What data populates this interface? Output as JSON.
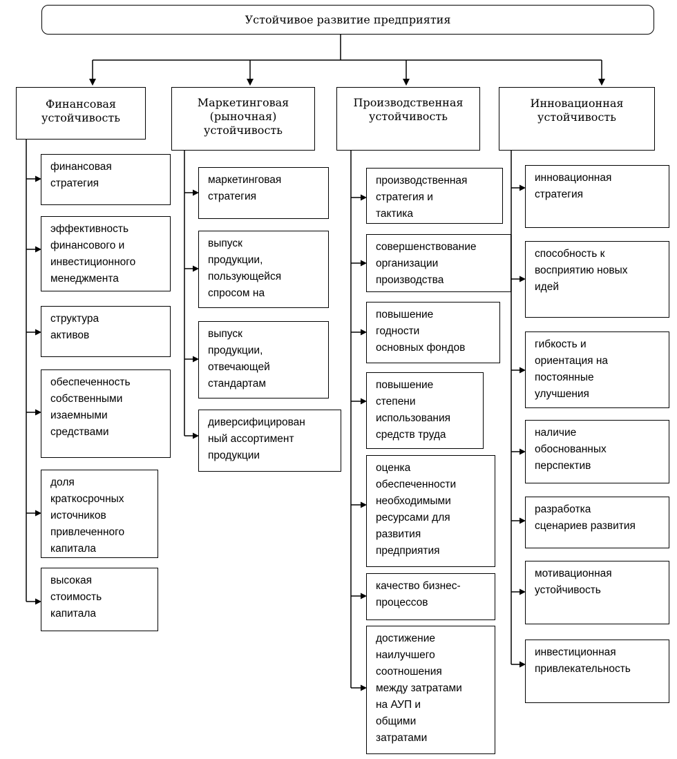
{
  "root": {
    "title": "Устойчивое развитие предприятия"
  },
  "columns": [
    {
      "title": "Финансовая\nустойчивость",
      "items": [
        "финансовая\nстратегия",
        "эффективность\nфинансового и\nинвестиционного\nменеджмента",
        "структура\nактивов",
        "обеспеченность\nсобственными\nизаемными\nсредствами",
        "доля\nкраткосрочных\nисточников\nпривлеченного\nкапитала",
        "высокая\nстоимость\nкапитала"
      ]
    },
    {
      "title": "Маркетинговая\n(рыночная)\nустойчивость",
      "items": [
        "маркетинговая\nстратегия",
        "выпуск\nпродукции,\nпользующейся\nспросом на",
        "выпуск\nпродукции,\nотвечающей\nстандартам",
        "диверсифицирован\nный ассортимент\nпродукции"
      ]
    },
    {
      "title": "Производственная\nустойчивость",
      "items": [
        "производственная\nстратегия и\nтактика",
        "совершенствование\nорганизации\nпроизводства",
        "повышение\nгодности\nосновных фондов",
        "повышение\nстепени\nиспользования\nсредств труда",
        "оценка\nобеспеченности\nнеобходимыми\nресурсами для\nразвития\nпредприятия",
        "качество бизнес-\nпроцессов",
        "достижение\nнаилучшего\nсоотношения\nмежду затратами\nна АУП и\nобщими\nзатратами"
      ]
    },
    {
      "title": "Инновационная\nустойчивость",
      "items": [
        "инновационная\nстратегия",
        "способность к\nвосприятию новых\nидей",
        "гибкость и\nориентация на\nпостоянные\nулучшения",
        "наличие\nобоснованных\nперспектив",
        "разработка\nсценариев развития",
        "мотивационная\nустойчивость",
        "инвестиционная\nпривлекательность"
      ]
    }
  ]
}
